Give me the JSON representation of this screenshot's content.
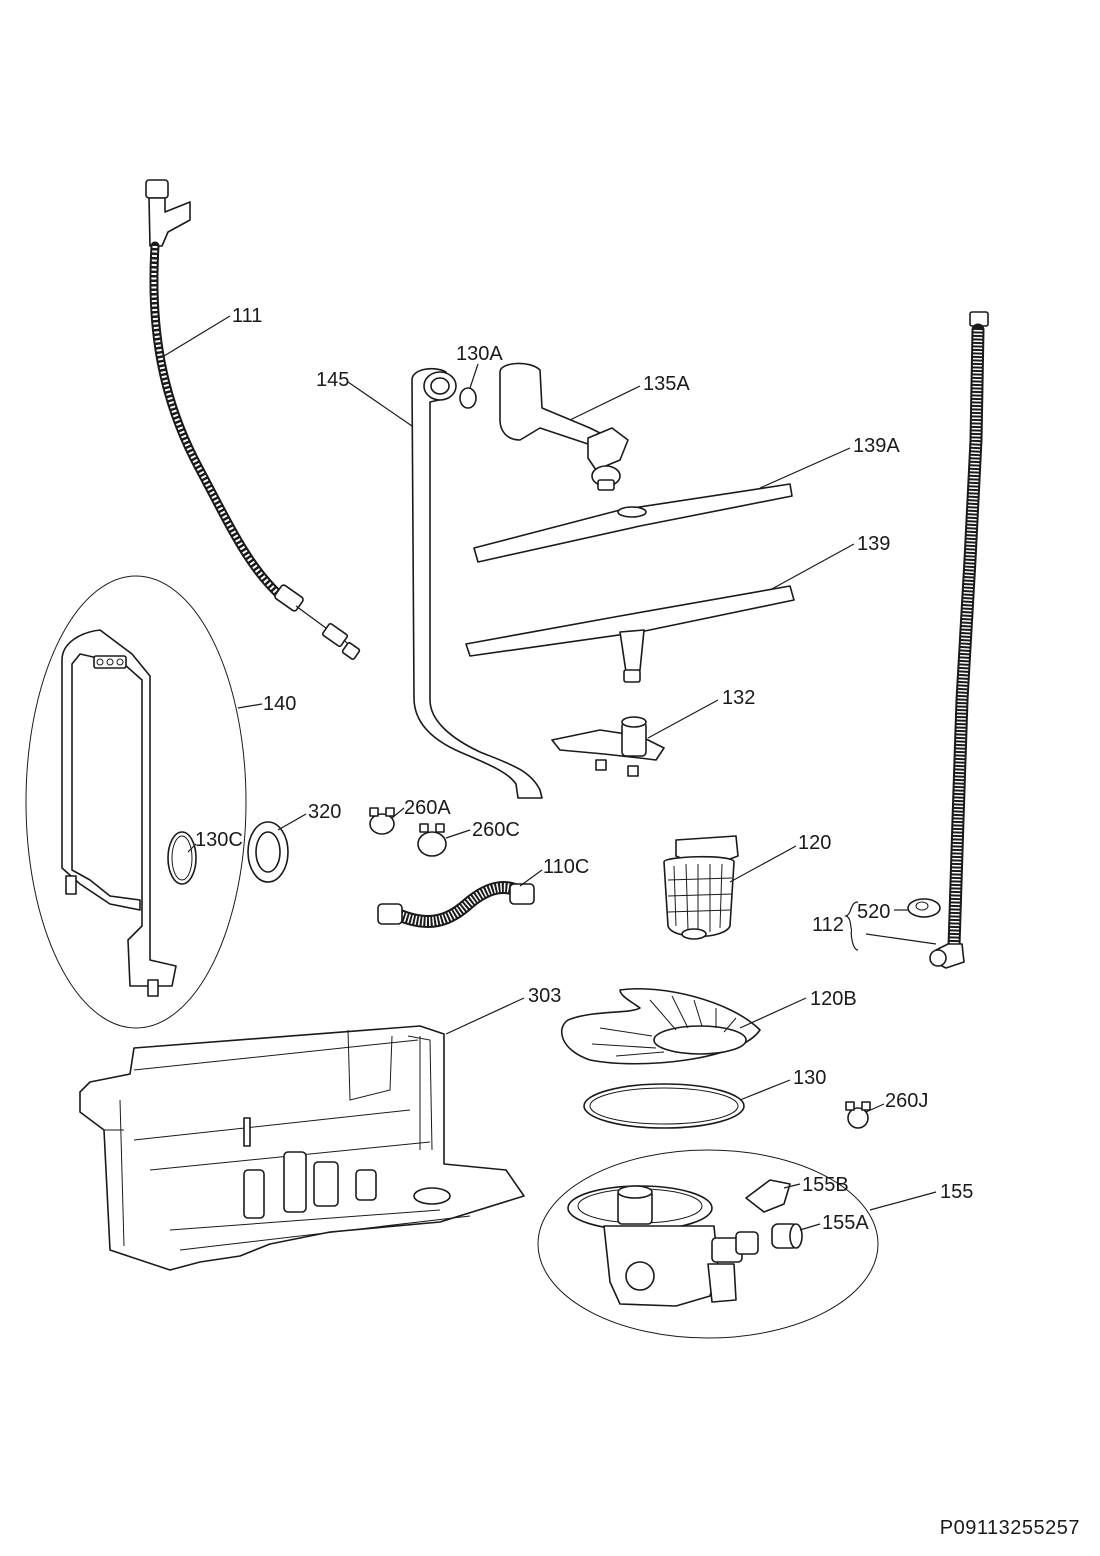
{
  "document": {
    "code": "P09113255257"
  },
  "labels": {
    "p111": "111",
    "p145": "145",
    "p130A": "130A",
    "p135A": "135A",
    "p139A": "139A",
    "p139": "139",
    "p140": "140",
    "p130C": "130C",
    "p320": "320",
    "p260A": "260A",
    "p260C": "260C",
    "p132": "132",
    "p110C": "110C",
    "p120": "120",
    "p112": "112",
    "p520": "520",
    "p303": "303",
    "p120B": "120B",
    "p130": "130",
    "p260J": "260J",
    "p155B": "155B",
    "p155A": "155A",
    "p155": "155"
  }
}
